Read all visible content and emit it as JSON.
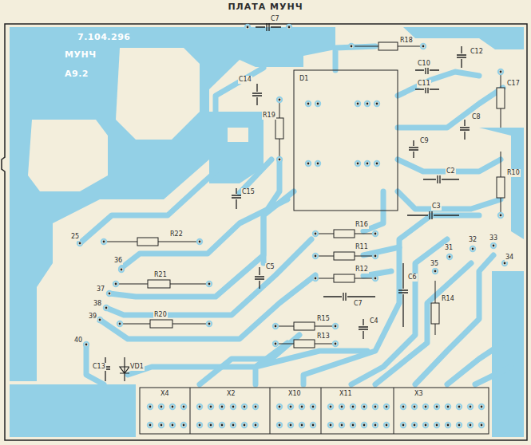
{
  "diagram": {
    "title": "ПЛАТА МУНЧ",
    "labels": [
      "7.104.296",
      "МУНЧ",
      "А9.2",
      "C7",
      "R18",
      "C10",
      "C12",
      "C11",
      "C14",
      "R19",
      "D1",
      "C9",
      "C8",
      "C17",
      "C2",
      "R10",
      "C15",
      "C3",
      "R22",
      "25",
      "36",
      "R21",
      "37",
      "38",
      "39",
      "40",
      "R20",
      "C13",
      "VD1",
      "C5",
      "R16",
      "R11",
      "R12",
      "C7",
      "C6",
      "31",
      "32",
      "33",
      "34",
      "35",
      "R14",
      "R15",
      "R13",
      "C4",
      "X4",
      "X2",
      "X10",
      "X11",
      "X3"
    ]
  }
}
